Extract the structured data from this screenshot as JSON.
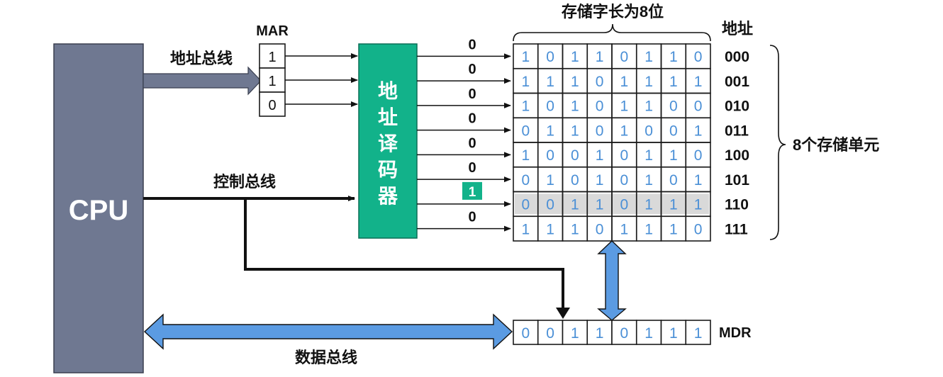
{
  "cpu": {
    "label": "CPU"
  },
  "buses": {
    "address": "地址总线",
    "control": "控制总线",
    "data": "数据总线"
  },
  "mar": {
    "label": "MAR",
    "bits": [
      "1",
      "1",
      "0"
    ]
  },
  "decoder": {
    "label": [
      "地",
      "址",
      "译",
      "码",
      "器"
    ]
  },
  "decoder_outputs": [
    "0",
    "0",
    "0",
    "0",
    "0",
    "0",
    "1",
    "0"
  ],
  "selected_output_index": 6,
  "memory": {
    "word_length_label": "存储字长为8位",
    "address_header": "地址",
    "rows": [
      {
        "address": "000",
        "bits": [
          "1",
          "0",
          "1",
          "1",
          "0",
          "1",
          "1",
          "0"
        ]
      },
      {
        "address": "001",
        "bits": [
          "1",
          "1",
          "1",
          "0",
          "1",
          "1",
          "1",
          "1"
        ]
      },
      {
        "address": "010",
        "bits": [
          "1",
          "0",
          "1",
          "0",
          "1",
          "1",
          "0",
          "0"
        ]
      },
      {
        "address": "011",
        "bits": [
          "0",
          "1",
          "1",
          "0",
          "1",
          "0",
          "0",
          "1"
        ]
      },
      {
        "address": "100",
        "bits": [
          "1",
          "0",
          "0",
          "1",
          "0",
          "1",
          "1",
          "0"
        ]
      },
      {
        "address": "101",
        "bits": [
          "0",
          "1",
          "0",
          "1",
          "0",
          "1",
          "0",
          "1"
        ]
      },
      {
        "address": "110",
        "bits": [
          "0",
          "0",
          "1",
          "1",
          "0",
          "1",
          "1",
          "1"
        ]
      },
      {
        "address": "111",
        "bits": [
          "1",
          "1",
          "1",
          "0",
          "1",
          "1",
          "1",
          "0"
        ]
      }
    ],
    "selected_row_index": 6,
    "unit_count_label": "8个存储单元"
  },
  "mdr": {
    "label": "MDR",
    "bits": [
      "0",
      "0",
      "1",
      "1",
      "0",
      "1",
      "1",
      "1"
    ]
  },
  "colors": {
    "cpu": "#6f7891",
    "decoder": "#12b28a",
    "data_bus": "#5b9be2",
    "bit_text": "#4a8fd6",
    "selected_row": "#d9d9d9"
  }
}
